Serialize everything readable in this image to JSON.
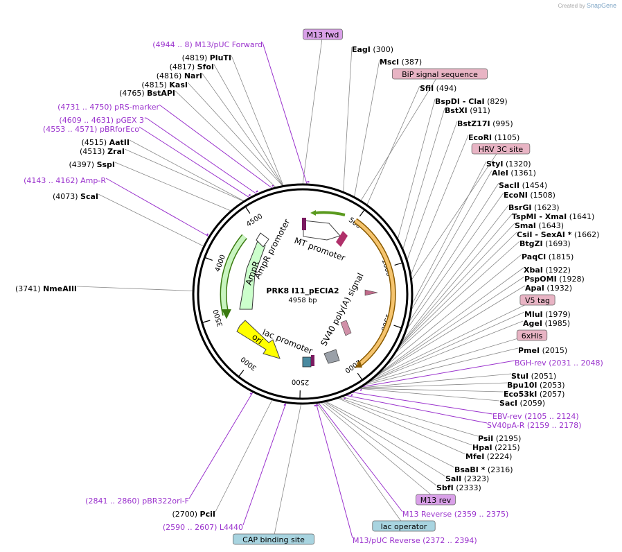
{
  "credit": {
    "prefix": "Created by",
    "brand": "SnapGene"
  },
  "plasmid": {
    "name": "PRK8 I11_pECIA2",
    "length": "4958 bp"
  },
  "ticks": [
    {
      "label": "500",
      "pos": 500
    },
    {
      "label": "1000",
      "pos": 1000
    },
    {
      "label": "1500",
      "pos": 1500
    },
    {
      "label": "2000",
      "pos": 2000
    },
    {
      "label": "2500",
      "pos": 2500
    },
    {
      "label": "3000",
      "pos": 3000
    },
    {
      "label": "3500",
      "pos": 3500
    },
    {
      "label": "4000",
      "pos": 4000
    },
    {
      "label": "4500",
      "pos": 4500
    }
  ],
  "features": [
    {
      "name": "MT promoter",
      "label": "MT promoter"
    },
    {
      "name": "AmpR promoter",
      "label": "AmpR promoter"
    },
    {
      "name": "AmpR",
      "label": "AmpR"
    },
    {
      "name": "ori",
      "label": "ori"
    },
    {
      "name": "lac promoter",
      "label": "lac promoter"
    },
    {
      "name": "SV40 poly(A) signal",
      "label": "SV40 poly(A) signal"
    }
  ],
  "sites": [
    {
      "name": "M13 fwd",
      "kind": "feature",
      "fill": "#d9a0e8",
      "pos": 0
    },
    {
      "name": "EagI",
      "num": "(300)",
      "kind": "enzyme",
      "pos": 300
    },
    {
      "name": "MscI",
      "num": "(387)",
      "kind": "enzyme",
      "pos": 387
    },
    {
      "name": "BiP signal sequence",
      "kind": "feature",
      "fill": "#e8b4c4",
      "pos": 440
    },
    {
      "name": "SfiI",
      "num": "(494)",
      "kind": "enzyme",
      "pos": 494
    },
    {
      "name": "BspDI - ClaI",
      "num": "(829)",
      "kind": "enzyme",
      "pos": 829
    },
    {
      "name": "BstXI",
      "num": "(911)",
      "kind": "enzyme",
      "pos": 911
    },
    {
      "name": "BstZ17I",
      "num": "(995)",
      "kind": "enzyme",
      "pos": 995
    },
    {
      "name": "EcoRI",
      "num": "(1105)",
      "kind": "enzyme",
      "pos": 1105
    },
    {
      "name": "HRV 3C site",
      "kind": "feature",
      "fill": "#e8b4c4",
      "pos": 1140
    },
    {
      "name": "StyI",
      "num": "(1320)",
      "kind": "enzyme",
      "pos": 1320
    },
    {
      "name": "AleI",
      "num": "(1361)",
      "kind": "enzyme",
      "pos": 1361
    },
    {
      "name": "SacII",
      "num": "(1454)",
      "kind": "enzyme",
      "pos": 1454
    },
    {
      "name": "EcoNI",
      "num": "(1508)",
      "kind": "enzyme",
      "pos": 1508
    },
    {
      "name": "BsrGI",
      "num": "(1623)",
      "kind": "enzyme",
      "pos": 1623
    },
    {
      "name": "TspMI - XmaI",
      "num": "(1641)",
      "kind": "enzyme",
      "pos": 1641
    },
    {
      "name": "SmaI",
      "num": "(1643)",
      "kind": "enzyme",
      "pos": 1643
    },
    {
      "name": "CsiI - SexAI *",
      "num": "(1662)",
      "kind": "enzyme",
      "pos": 1662
    },
    {
      "name": "BtgZI",
      "num": "(1693)",
      "kind": "enzyme",
      "pos": 1693
    },
    {
      "name": "PaqCI",
      "num": "(1815)",
      "kind": "enzyme",
      "pos": 1815
    },
    {
      "name": "XbaI",
      "num": "(1922)",
      "kind": "enzyme",
      "pos": 1922
    },
    {
      "name": "PspOMI",
      "num": "(1928)",
      "kind": "enzyme",
      "pos": 1928
    },
    {
      "name": "ApaI",
      "num": "(1932)",
      "kind": "enzyme",
      "pos": 1932
    },
    {
      "name": "V5 tag",
      "kind": "feature",
      "fill": "#e8b4c4",
      "pos": 1945
    },
    {
      "name": "MluI",
      "num": "(1979)",
      "kind": "enzyme",
      "pos": 1979
    },
    {
      "name": "AgeI",
      "num": "(1985)",
      "kind": "enzyme",
      "pos": 1985
    },
    {
      "name": "6xHis",
      "kind": "feature",
      "fill": "#e8b4c4",
      "pos": 1995
    },
    {
      "name": "PmeI",
      "num": "(2015)",
      "kind": "enzyme",
      "pos": 2015
    },
    {
      "name": "BGH-rev",
      "num": "(2031 .. 2048)",
      "kind": "primer",
      "pos": 2040
    },
    {
      "name": "StuI",
      "num": "(2051)",
      "kind": "enzyme",
      "pos": 2051
    },
    {
      "name": "Bpu10I",
      "num": "(2053)",
      "kind": "enzyme",
      "pos": 2053
    },
    {
      "name": "Eco53kI",
      "num": "(2057)",
      "kind": "enzyme",
      "pos": 2057
    },
    {
      "name": "SacI",
      "num": "(2059)",
      "kind": "enzyme",
      "pos": 2059
    },
    {
      "name": "EBV-rev",
      "num": "(2105 .. 2124)",
      "kind": "primer",
      "pos": 2115
    },
    {
      "name": "SV40pA-R",
      "num": "(2159 .. 2178)",
      "kind": "primer",
      "pos": 2168
    },
    {
      "name": "PsiI",
      "num": "(2195)",
      "kind": "enzyme",
      "pos": 2195
    },
    {
      "name": "HpaI",
      "num": "(2215)",
      "kind": "enzyme",
      "pos": 2215
    },
    {
      "name": "MfeI",
      "num": "(2224)",
      "kind": "enzyme",
      "pos": 2224
    },
    {
      "name": "BsaBI *",
      "num": "(2316)",
      "kind": "enzyme",
      "pos": 2316
    },
    {
      "name": "SalI",
      "num": "(2323)",
      "kind": "enzyme",
      "pos": 2323
    },
    {
      "name": "SbfI",
      "num": "(2333)",
      "kind": "enzyme",
      "pos": 2333
    },
    {
      "name": "M13 rev",
      "kind": "feature",
      "fill": "#d9a0e8",
      "pos": 2350
    },
    {
      "name": "M13 Reverse",
      "num": "(2359 .. 2375)",
      "kind": "primer",
      "pos": 2367
    },
    {
      "name": "lac operator",
      "kind": "feature",
      "fill": "#a8d4e0",
      "pos": 2378
    },
    {
      "name": "M13/pUC Reverse",
      "num": "(2372 .. 2394)",
      "kind": "primer",
      "pos": 2383
    },
    {
      "name": "CAP binding site",
      "kind": "feature",
      "fill": "#a8d4e0",
      "pos": 2490
    },
    {
      "name": "L4440",
      "num": "(2590 .. 2607)",
      "kind": "primer",
      "pos": 2598
    },
    {
      "name": "PciI",
      "num": "(2700)",
      "kind": "enzyme",
      "pos": 2700
    },
    {
      "name": "pBR322ori-F",
      "num": "(2841 .. 2860)",
      "kind": "primer",
      "pos": 2850
    },
    {
      "name": "NmeAIII",
      "num": "(3741)",
      "kind": "enzyme",
      "pos": 3741
    },
    {
      "name": "ScaI",
      "num": "(4073)",
      "kind": "enzyme",
      "pos": 4073
    },
    {
      "name": "Amp-R",
      "num": "(4143 .. 4162)",
      "kind": "primer",
      "pos": 4152
    },
    {
      "name": "SspI",
      "num": "(4397)",
      "kind": "enzyme",
      "pos": 4397
    },
    {
      "name": "ZraI",
      "num": "(4513)",
      "kind": "enzyme",
      "pos": 4513
    },
    {
      "name": "AatII",
      "num": "(4515)",
      "kind": "enzyme",
      "pos": 4515
    },
    {
      "name": "pBRforEco",
      "num": "(4553 .. 4571)",
      "kind": "primer",
      "pos": 4562
    },
    {
      "name": "pGEX 3'",
      "num": "(4609 .. 4631)",
      "kind": "primer",
      "pos": 4620
    },
    {
      "name": "pRS-marker",
      "num": "(4731 .. 4750)",
      "kind": "primer",
      "pos": 4740
    },
    {
      "name": "BstAPI",
      "num": "(4765)",
      "kind": "enzyme",
      "pos": 4765
    },
    {
      "name": "KasI",
      "num": "(4815)",
      "kind": "enzyme",
      "pos": 4815
    },
    {
      "name": "NarI",
      "num": "(4816)",
      "kind": "enzyme",
      "pos": 4816
    },
    {
      "name": "SfoI",
      "num": "(4817)",
      "kind": "enzyme",
      "pos": 4817
    },
    {
      "name": "PluTI",
      "num": "(4819)",
      "kind": "enzyme",
      "pos": 4819
    },
    {
      "name": "M13/pUC Forward",
      "num": "(4944 .. 8)",
      "kind": "primer",
      "pos": 4990
    }
  ],
  "colors": {
    "primer": "#9a32cd",
    "enzyme": "#000000",
    "line": "#888888",
    "ring": "#000000"
  }
}
